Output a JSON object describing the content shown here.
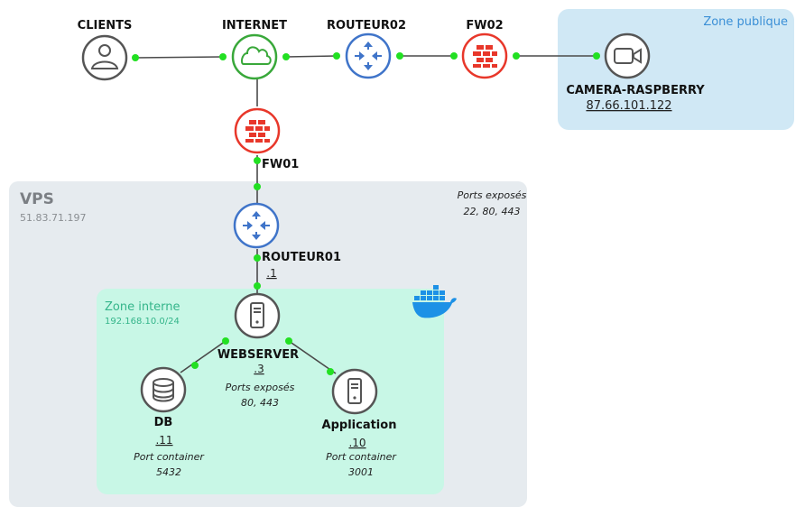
{
  "zones": {
    "public": {
      "label": "Zone publique"
    },
    "vps": {
      "label": "VPS",
      "ip": "51.83.71.197",
      "ports_label": "Ports exposés",
      "ports": "22, 80, 443"
    },
    "internal": {
      "label": "Zone interne",
      "subnet": "192.168.10.0/24"
    }
  },
  "nodes": {
    "clients": {
      "label": "CLIENTS",
      "icon": "user-icon"
    },
    "internet": {
      "label": "INTERNET",
      "icon": "cloud-icon"
    },
    "routeur02": {
      "label": "ROUTEUR02",
      "icon": "router-icon"
    },
    "fw02": {
      "label": "FW02",
      "icon": "firewall-icon"
    },
    "camera": {
      "label": "CAMERA-RASPBERRY",
      "ip": "87.66.101.122",
      "icon": "video-camera-icon"
    },
    "fw01": {
      "label": "FW01",
      "icon": "firewall-icon"
    },
    "routeur01": {
      "label": "ROUTEUR01",
      "ip": ".1",
      "icon": "router-icon"
    },
    "webserver": {
      "label": "WEBSERVER",
      "ip": ".3",
      "ports_label": "Ports exposés",
      "ports": "80, 443",
      "icon": "server-icon"
    },
    "db": {
      "label": "DB",
      "ip": ".11",
      "port_label": "Port container",
      "port": "5432",
      "icon": "database-icon"
    },
    "application": {
      "label": "Application",
      "ip": ".10",
      "port_label": "Port container",
      "port": "3001",
      "icon": "server-icon"
    }
  },
  "colors": {
    "public_zone": "#d0e8f5",
    "vps_zone": "#e6ebef",
    "internal_zone": "#c8f7e6",
    "firewall": "#e8372a",
    "router": "#3f74c9",
    "internet": "#39a83a",
    "connector": "#22e022",
    "docker": "#1d91e6"
  }
}
